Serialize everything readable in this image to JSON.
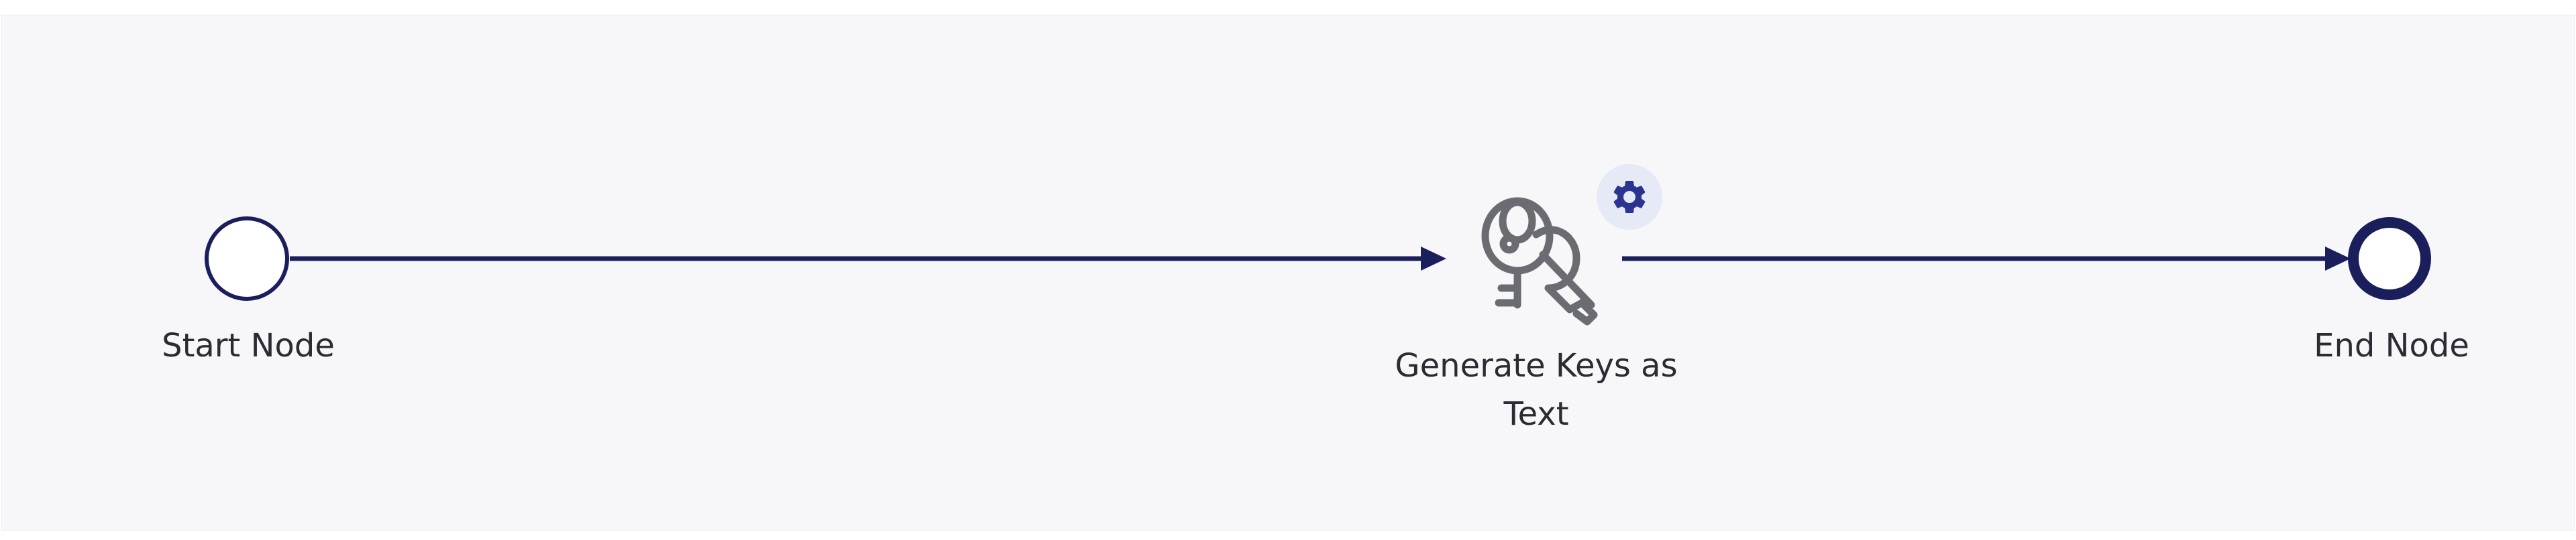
{
  "nodes": {
    "start": {
      "label": "Start Node",
      "icon": "start-event-circle"
    },
    "task": {
      "label": "Generate Keys as Text",
      "icon": "keys-icon",
      "settings_icon": "gear-icon"
    },
    "end": {
      "label": "End Node",
      "icon": "end-event-circle"
    }
  },
  "colors": {
    "canvas_background": "#f7f7fa",
    "connector": "#1a1f5c",
    "node_border": "#1a1f5c",
    "icon_gray": "#6b6b72",
    "gear": "#2b3590",
    "gear_badge": "#e6e9f6"
  }
}
